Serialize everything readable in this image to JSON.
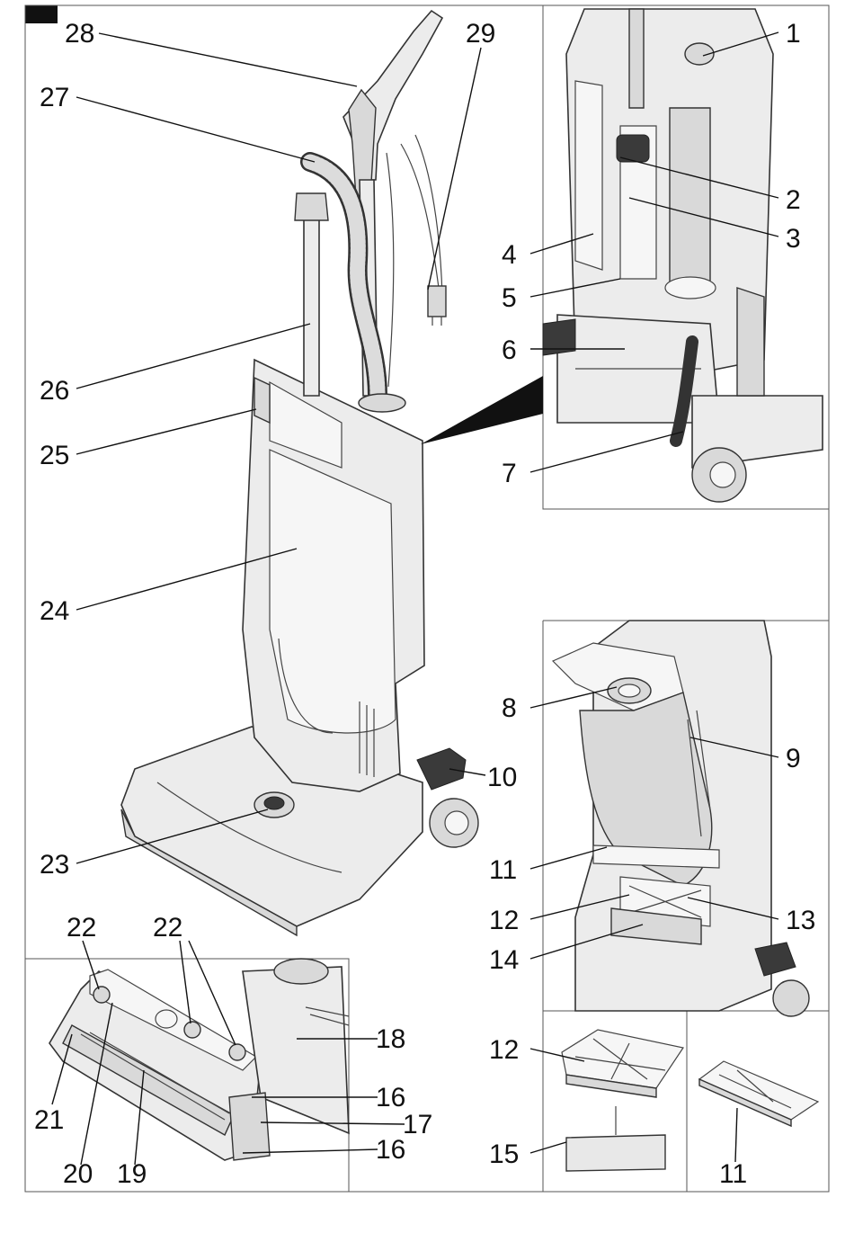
{
  "callouts": {
    "n1": "1",
    "n2": "2",
    "n3": "3",
    "n4": "4",
    "n5": "5",
    "n6": "6",
    "n7": "7",
    "n8": "8",
    "n9": "9",
    "n10": "10",
    "n11a": "11",
    "n11b": "11",
    "n12a": "12",
    "n12b": "12",
    "n13": "13",
    "n14": "14",
    "n15": "15",
    "n16a": "16",
    "n16b": "16",
    "n17": "17",
    "n18": "18",
    "n19": "19",
    "n20": "20",
    "n21": "21",
    "n22a": "22",
    "n22b": "22",
    "n23": "23",
    "n24": "24",
    "n25": "25",
    "n26": "26",
    "n27": "27",
    "n28": "28",
    "n29": "29"
  },
  "colors": {
    "line": "#111111",
    "fill": "#ececec",
    "shade": "#d9d9d9",
    "dark": "#3a3a3a"
  }
}
